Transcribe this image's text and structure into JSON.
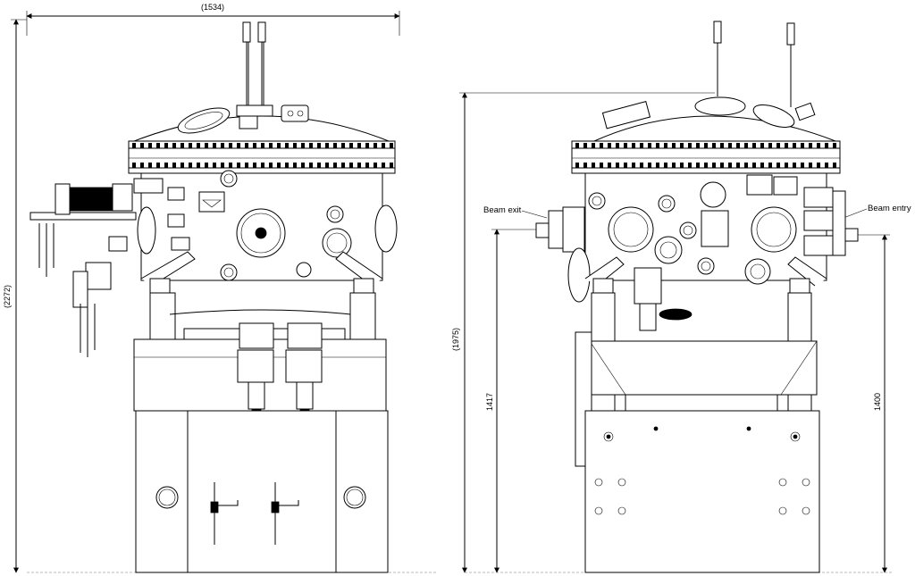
{
  "left_view": {
    "dim_width": "(1534)",
    "dim_height": "(2272)"
  },
  "right_view": {
    "dim_height_total": "(1975)",
    "dim_beam_exit_height": "1417",
    "dim_beam_entry_height": "1400",
    "label_beam_exit": "Beam exit",
    "label_beam_entry": "Beam entry"
  }
}
